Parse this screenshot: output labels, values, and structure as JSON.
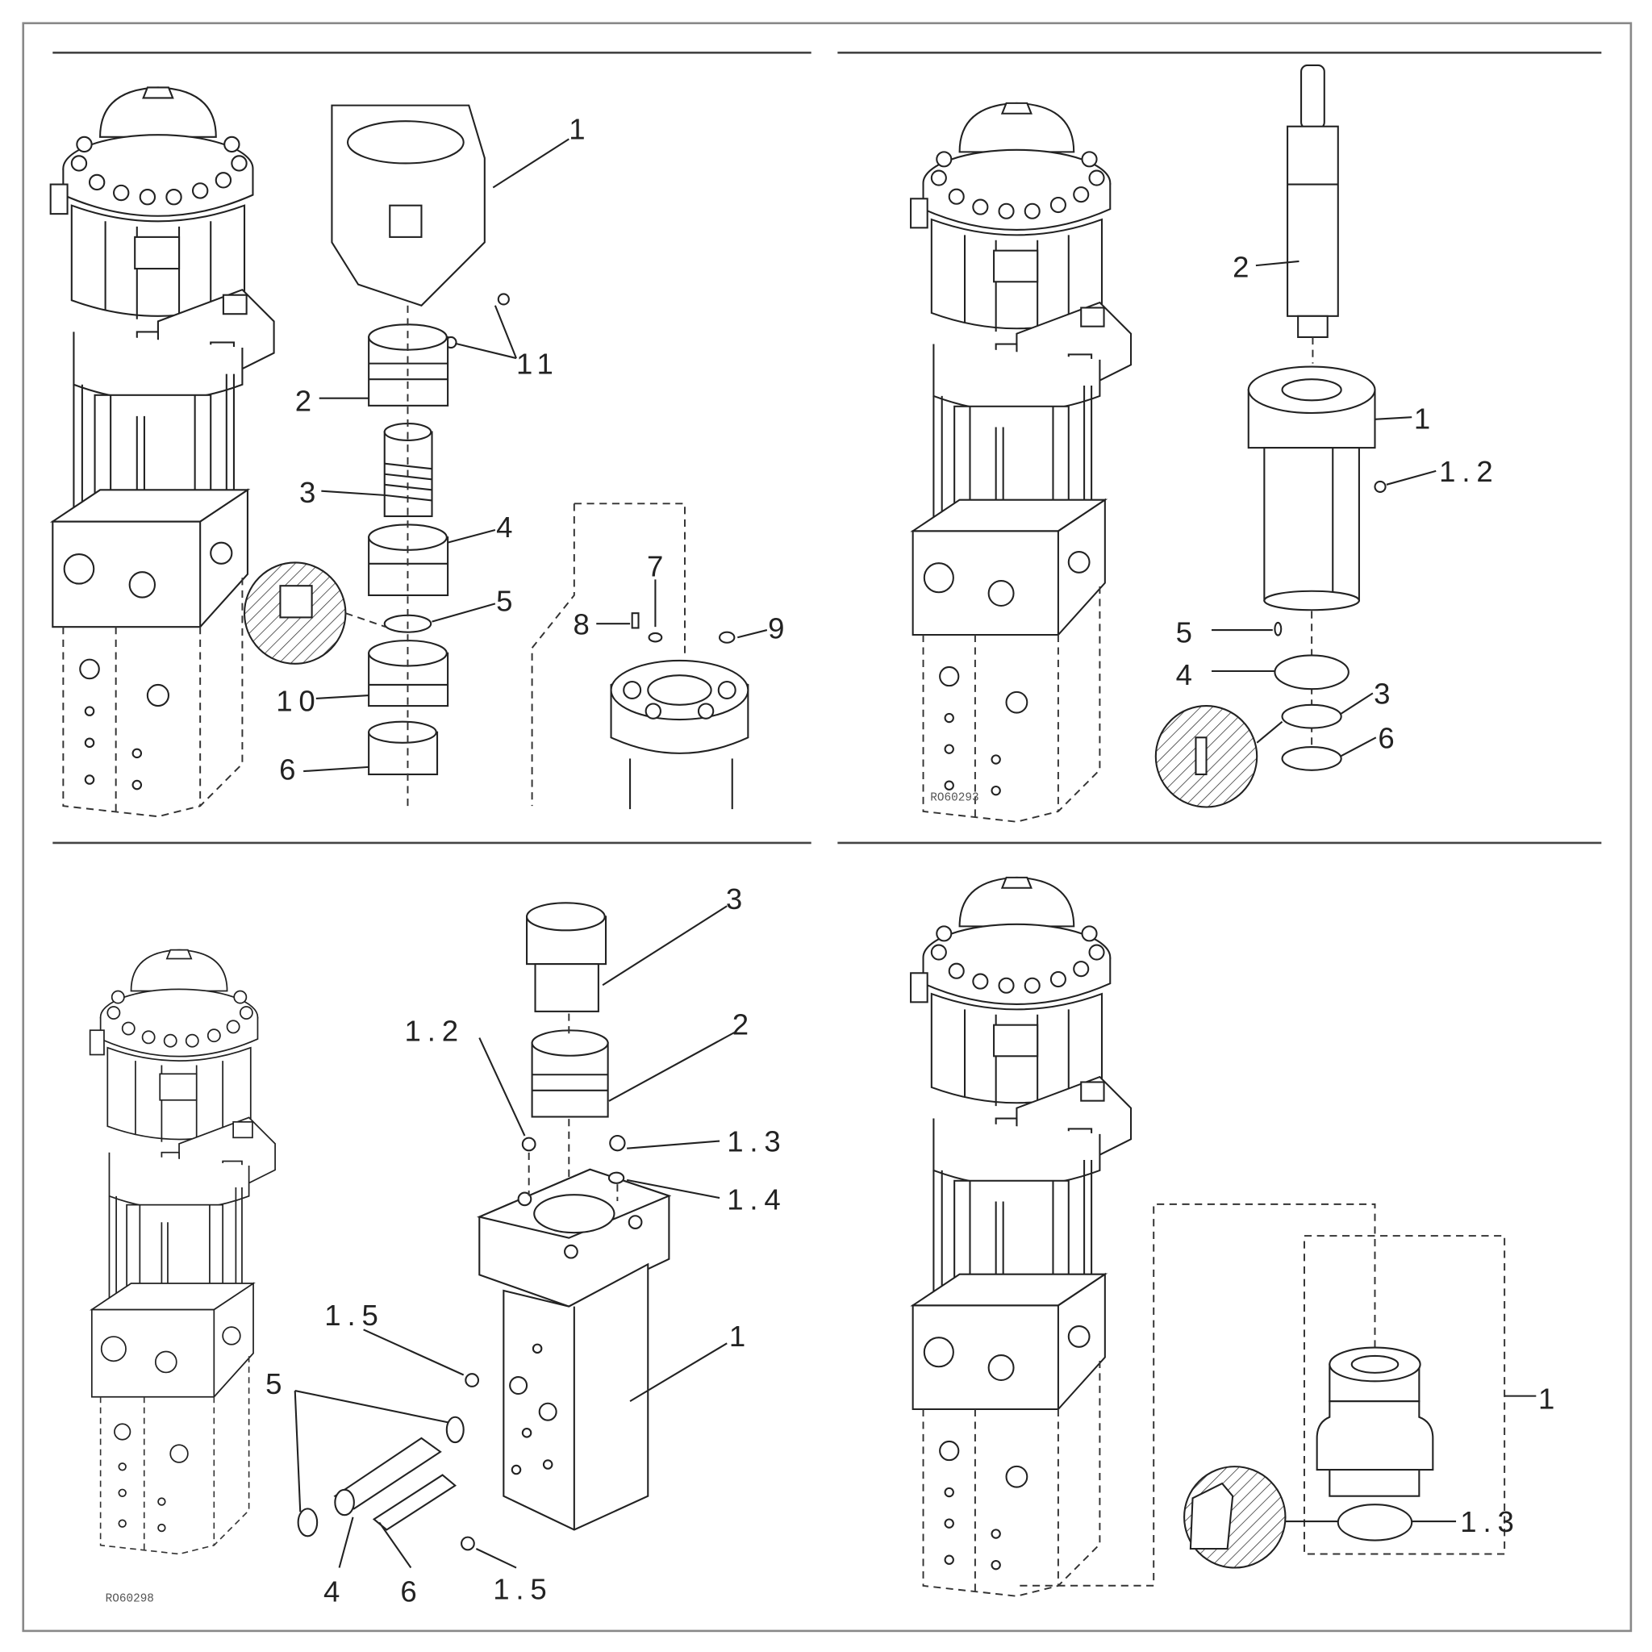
{
  "panels": [
    {
      "callouts": [
        "1",
        "11",
        "2",
        "3",
        "4",
        "5",
        "10",
        "6",
        "7",
        "8",
        "9"
      ]
    },
    {
      "callouts": [
        "2",
        "1",
        "1.2",
        "5",
        "4",
        "3",
        "6"
      ],
      "figure_code": "RO60293"
    },
    {
      "callouts": [
        "3",
        "1.2",
        "2",
        "1.3",
        "1.4",
        "1.5",
        "1",
        "5",
        "4",
        "6",
        "1.5"
      ],
      "figure_code": "RO60298"
    },
    {
      "callouts": [
        "1",
        "1.3"
      ]
    }
  ]
}
